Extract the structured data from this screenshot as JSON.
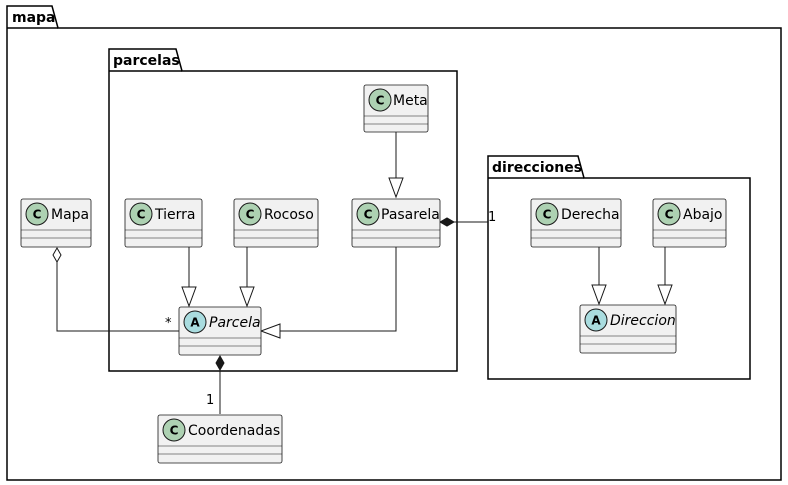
{
  "diagram": {
    "packages": {
      "mapa": "mapa",
      "parcelas": "parcelas",
      "direcciones": "direcciones"
    },
    "stereotype_glyphs": {
      "class": "C",
      "abstract": "A"
    },
    "classes": {
      "mapa": "Mapa",
      "meta": "Meta",
      "tierra": "Tierra",
      "rocoso": "Rocoso",
      "pasarela": "Pasarela",
      "parcela": "Parcela",
      "coordenadas": "Coordenadas",
      "derecha": "Derecha",
      "abajo": "Abajo",
      "direccion": "Direccion"
    },
    "multiplicities": {
      "mapa_parcela": "*",
      "parcela_coordenadas": "1",
      "pasarela_direcciones": "1"
    },
    "colors": {
      "class_fill": "#F1F1F1",
      "class_border": "#181818",
      "class_circle": "#ADD1B2",
      "abstract_circle": "#A9DCDF",
      "package_border": "#000000"
    }
  }
}
